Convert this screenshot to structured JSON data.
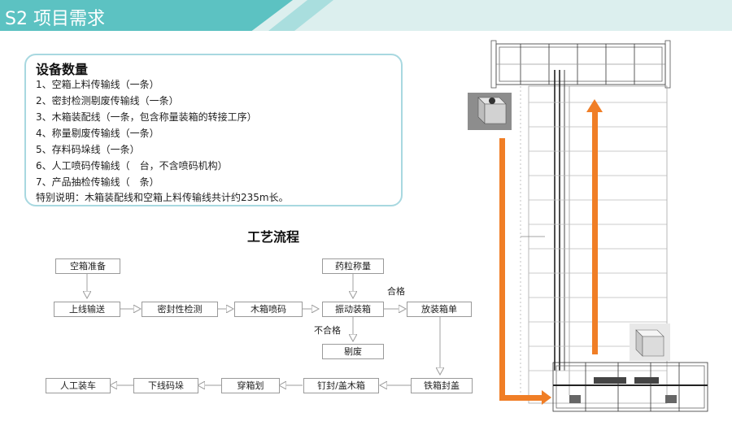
{
  "header": {
    "title": "S2 项目需求"
  },
  "equipment": {
    "title": "设备数量",
    "items": [
      "1、空箱上料传输线（一条）",
      "2、密封检测剔废传输线（一条）",
      "3、木箱装配线（一条，包含称量装箱的转接工序）",
      "4、称量剔废传输线（一条）",
      "5、存料码垛线（一条）",
      "6、人工喷码传输线（　台，不含喷码机构）",
      "7、产品抽检传输线（　条）"
    ],
    "note": "特别说明：木箱装配线和空箱上料传输线共计约235m长。"
  },
  "flow": {
    "title": "工艺流程",
    "nodes": {
      "empty_box_prep": "空箱准备",
      "online_transport": "上线输送",
      "seal_check": "密封性检测",
      "wood_box_code": "木箱喷码",
      "pellet_weigh": "药粒称量",
      "vibrate_pack": "振动装箱",
      "place_manual": "放装箱单",
      "reject": "剔废",
      "iron_box_seal": "铁箱封盖",
      "nail_cover": "钉封/盖木箱",
      "thread_box": "穿箱划",
      "offline_stack": "下线码垛",
      "manual_load": "人工装车"
    },
    "labels": {
      "pass": "合格",
      "fail": "不合格"
    }
  },
  "colors": {
    "accent": "#5cc2c2",
    "arrow_orange": "#f07e26",
    "box_border": "#a8d8e0"
  }
}
